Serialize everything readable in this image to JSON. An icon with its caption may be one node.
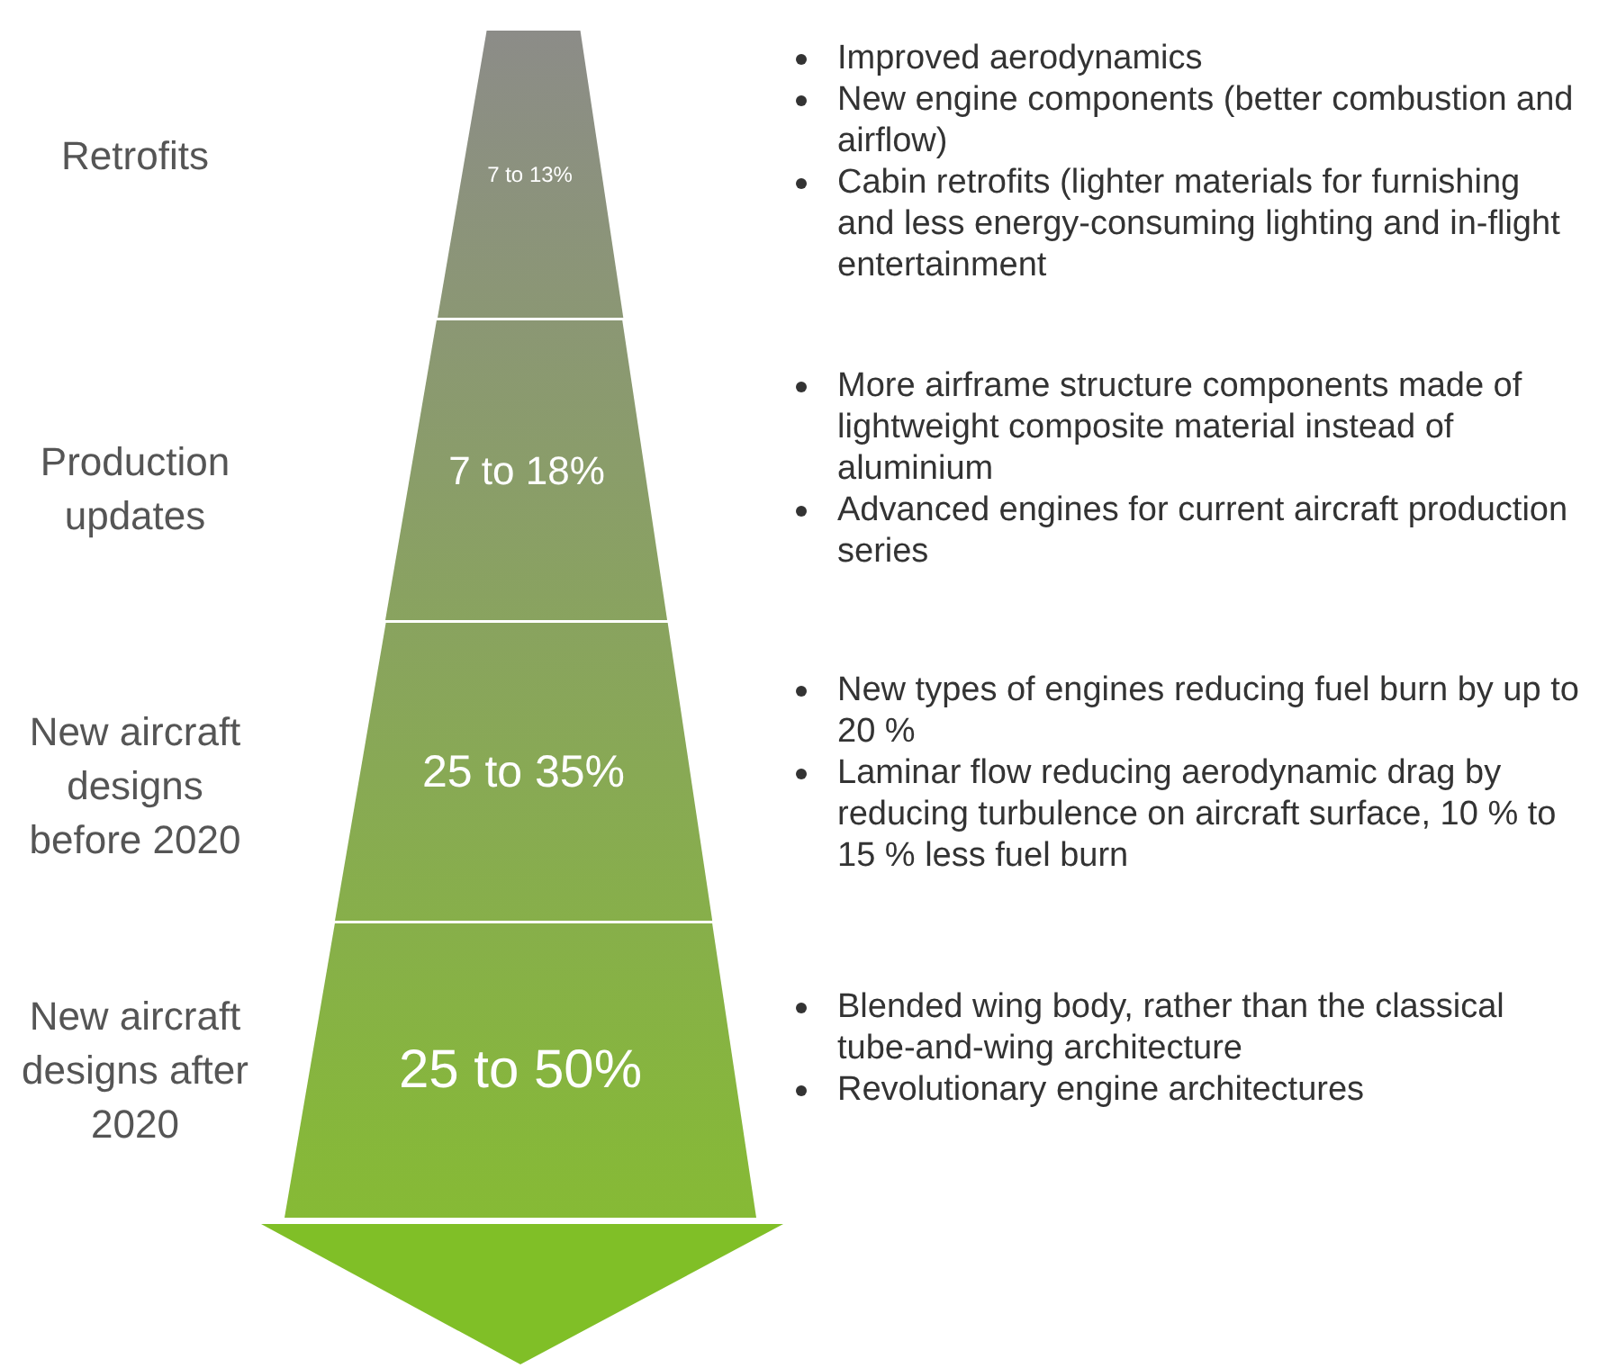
{
  "diagram": {
    "nodes": [
      {
        "text": [
          "7 to 13%"
        ]
      },
      {
        "text": [
          "7 to 18%"
        ]
      },
      {
        "text": [
          "25 to 35%"
        ]
      },
      {
        "text": [
          "25 to 50%"
        ]
      }
    ],
    "labels": [
      "Retrofits",
      "Improved aerodynamics",
      "New engine components (better combustion and airflow)",
      "Cabin retrofits (lighter materials for furnishing and less energy-consuming lighting and in-flight entertainment",
      "Production updates",
      "More airframe structure components made of lightweight composite material instead of aluminium",
      "Advanced engines for current aircraft production series",
      "New aircraft designs before 2020",
      "New types of engines reducing fuel burn by up to 20 %",
      "Laminar flow reducing aerodynamic drag by reducing turbulence on aircraft surface, 10 % to 15 % less fuel burn",
      "New aircraft designs after 2020",
      "Blended wing body, rather than the classical tube-and-wing architecture",
      "Revolutionary engine architectures"
    ]
  }
}
